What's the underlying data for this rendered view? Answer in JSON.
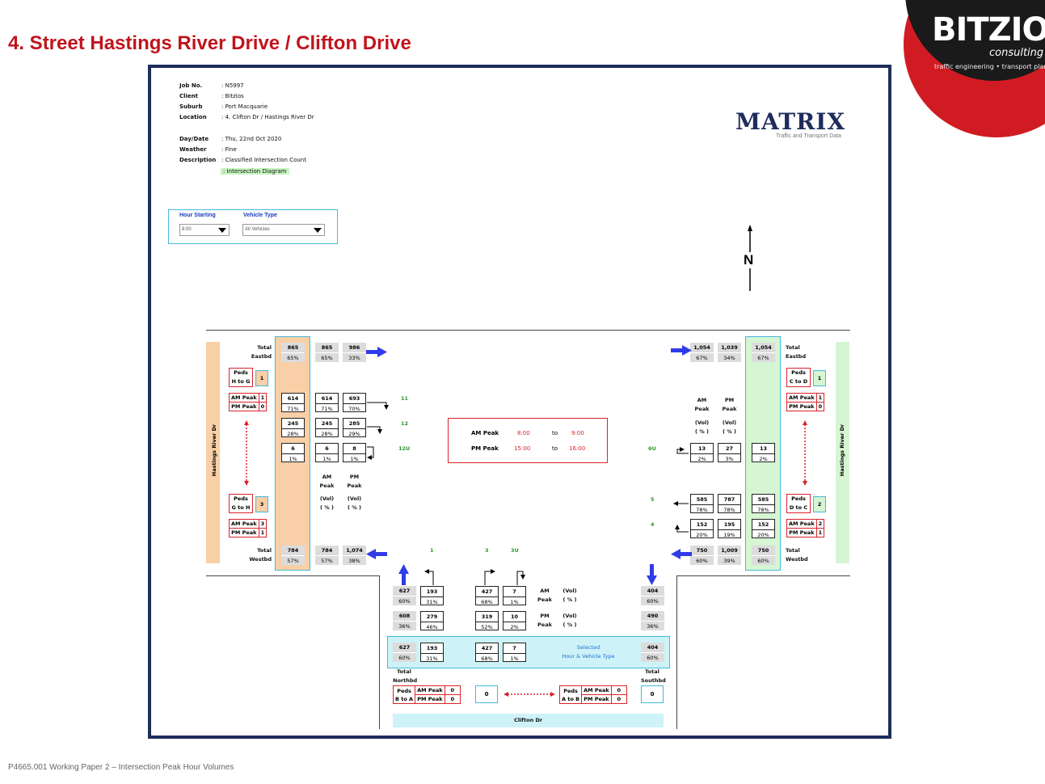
{
  "page": {
    "title": "4. Street Hastings River Drive / Clifton Drive",
    "footer": "P4665.001 Working Paper 2 – Intersection Peak Hour Volumes"
  },
  "brand": {
    "name": "BITZIOS",
    "sub": "consulting",
    "tagline": "traffic engineering • transport planning",
    "color": "#d11b22"
  },
  "matrix": {
    "name": "MATRIX",
    "sub": "Traffic and Transport Data"
  },
  "info": {
    "rows": [
      {
        "k": "Job No.",
        "v": ": N5997"
      },
      {
        "k": "Client",
        "v": ": Bitzios"
      },
      {
        "k": "Suburb",
        "v": ": Port Macquarie"
      },
      {
        "k": "Location",
        "v": ": 4. Clifton Dr / Hastings River Dr"
      },
      {
        "k": "Day/Date",
        "v": ": Thu, 22nd Oct 2020"
      },
      {
        "k": "Weather",
        "v": ": Fine"
      },
      {
        "k": "Description",
        "v": ": Classified Intersection Count"
      }
    ],
    "extra": ": Intersection Diagram"
  },
  "selector": {
    "hour_label": "Hour Starting",
    "hour_value": "8:00",
    "vehicle_label": "Vehicle Type",
    "vehicle_value": "All Vehicles"
  },
  "north": "N",
  "roads": {
    "west": "Hastings River Dr",
    "east": "Hastings River Dr",
    "south": "Clifton Dr"
  },
  "peak": {
    "am_label": "AM Peak",
    "am_from": "8:00",
    "to": "to",
    "am_to": "9:00",
    "pm_label": "PM Peak",
    "pm_from": "15:00",
    "pm_to": "16:00"
  },
  "west": {
    "total_eastbd_label": "Total\nEastbd",
    "total_westbd_label": "Total\nWestbd",
    "eastbd_sel": {
      "v": "865",
      "p": "65%"
    },
    "eastbd_am": {
      "v": "865",
      "p": "65%"
    },
    "eastbd_pm": {
      "v": "986",
      "p": "33%"
    },
    "westbd_sel": {
      "v": "784",
      "p": "57%"
    },
    "westbd_am": {
      "v": "784",
      "p": "57%"
    },
    "westbd_pm": {
      "v": "1,074",
      "p": "38%"
    },
    "mv11": {
      "sel": {
        "v": "614",
        "p": "71%"
      },
      "am": {
        "v": "614",
        "p": "71%"
      },
      "pm": {
        "v": "693",
        "p": "70%"
      },
      "label": "11"
    },
    "mv12": {
      "sel": {
        "v": "245",
        "p": "28%"
      },
      "am": {
        "v": "245",
        "p": "28%"
      },
      "pm": {
        "v": "285",
        "p": "29%"
      },
      "label": "12"
    },
    "mv12u": {
      "sel": {
        "v": "6",
        "p": "1%"
      },
      "am": {
        "v": "6",
        "p": "1%"
      },
      "pm": {
        "v": "8",
        "p": "1%"
      },
      "label": "12U"
    },
    "col_labels": {
      "am": "AM\nPeak",
      "pm": "PM\nPeak",
      "vol": "(Vol)\n( % )"
    },
    "peds_hg": {
      "label": "Peds\nH to G",
      "total": "1",
      "am": "1",
      "pm": "0"
    },
    "peds_gh": {
      "label": "Peds\nG to H",
      "total": "3",
      "am": "3",
      "pm": "1"
    }
  },
  "east": {
    "total_eastbd_label": "Total\nEastbd",
    "total_westbd_label": "Total\nWestbd",
    "eastbd_am": {
      "v": "1,054",
      "p": "67%"
    },
    "eastbd_pm": {
      "v": "1,039",
      "p": "34%"
    },
    "eastbd_sel": {
      "v": "1,054",
      "p": "67%"
    },
    "westbd_am": {
      "v": "750",
      "p": "60%"
    },
    "westbd_pm": {
      "v": "1,009",
      "p": "39%"
    },
    "westbd_sel": {
      "v": "750",
      "p": "60%"
    },
    "mv6u": {
      "am": {
        "v": "13",
        "p": "2%"
      },
      "pm": {
        "v": "27",
        "p": "3%"
      },
      "sel": {
        "v": "13",
        "p": "2%"
      },
      "label": "6U"
    },
    "mv5": {
      "am": {
        "v": "585",
        "p": "78%"
      },
      "pm": {
        "v": "787",
        "p": "78%"
      },
      "sel": {
        "v": "585",
        "p": "78%"
      },
      "label": "5"
    },
    "mv4": {
      "am": {
        "v": "152",
        "p": "20%"
      },
      "pm": {
        "v": "195",
        "p": "19%"
      },
      "sel": {
        "v": "152",
        "p": "20%"
      },
      "label": "4"
    },
    "col_labels": {
      "am": "AM\nPeak",
      "pm": "PM\nPeak",
      "vol": "(Vol)\n( % )"
    },
    "peds_cd": {
      "label": "Peds\nC to D",
      "total": "1",
      "am": "1",
      "pm": "0"
    },
    "peds_dc": {
      "label": "Peds\nD to C",
      "total": "2",
      "am": "2",
      "pm": "1"
    }
  },
  "south": {
    "mv_labels": {
      "m1": "1",
      "m3": "3",
      "m3u": "3U"
    },
    "northbd_am": {
      "v": "627",
      "p": "60%"
    },
    "northbd_pm": {
      "v": "608",
      "p": "36%"
    },
    "northbd_sel": {
      "v": "627",
      "p": "60%"
    },
    "m1_am": {
      "v": "193",
      "p": "31%"
    },
    "m1_pm": {
      "v": "279",
      "p": "46%"
    },
    "m1_sel": {
      "v": "193",
      "p": "31%"
    },
    "m3_am": {
      "v": "427",
      "p": "68%"
    },
    "m3_pm": {
      "v": "319",
      "p": "52%"
    },
    "m3_sel": {
      "v": "427",
      "p": "68%"
    },
    "m3u_am": {
      "v": "7",
      "p": "1%"
    },
    "m3u_pm": {
      "v": "10",
      "p": "2%"
    },
    "m3u_sel": {
      "v": "7",
      "p": "1%"
    },
    "southbd_am": {
      "v": "404",
      "p": "60%"
    },
    "southbd_pm": {
      "v": "490",
      "p": "36%"
    },
    "southbd_sel": {
      "v": "404",
      "p": "60%"
    },
    "am_label": "AM\nPeak",
    "pm_label": "PM\nPeak",
    "vol_label": "(Vol)\n( % )",
    "selected_label": "Selected\nHour & Vehicle Type",
    "total_northbd": "Total\nNorthbd",
    "total_southbd": "Total\nSouthbd",
    "peds_ba": {
      "label": "Peds\nB to A",
      "am_label": "AM Peak",
      "am": "0",
      "pm_label": "PM Peak",
      "pm": "0",
      "total": "0"
    },
    "peds_ab": {
      "label": "Peds\nA to B",
      "am_label": "AM Peak",
      "am": "0",
      "pm_label": "PM Peak",
      "pm": "0",
      "total": "0"
    }
  },
  "ped_labels": {
    "am": "AM Peak",
    "pm": "PM Peak"
  }
}
